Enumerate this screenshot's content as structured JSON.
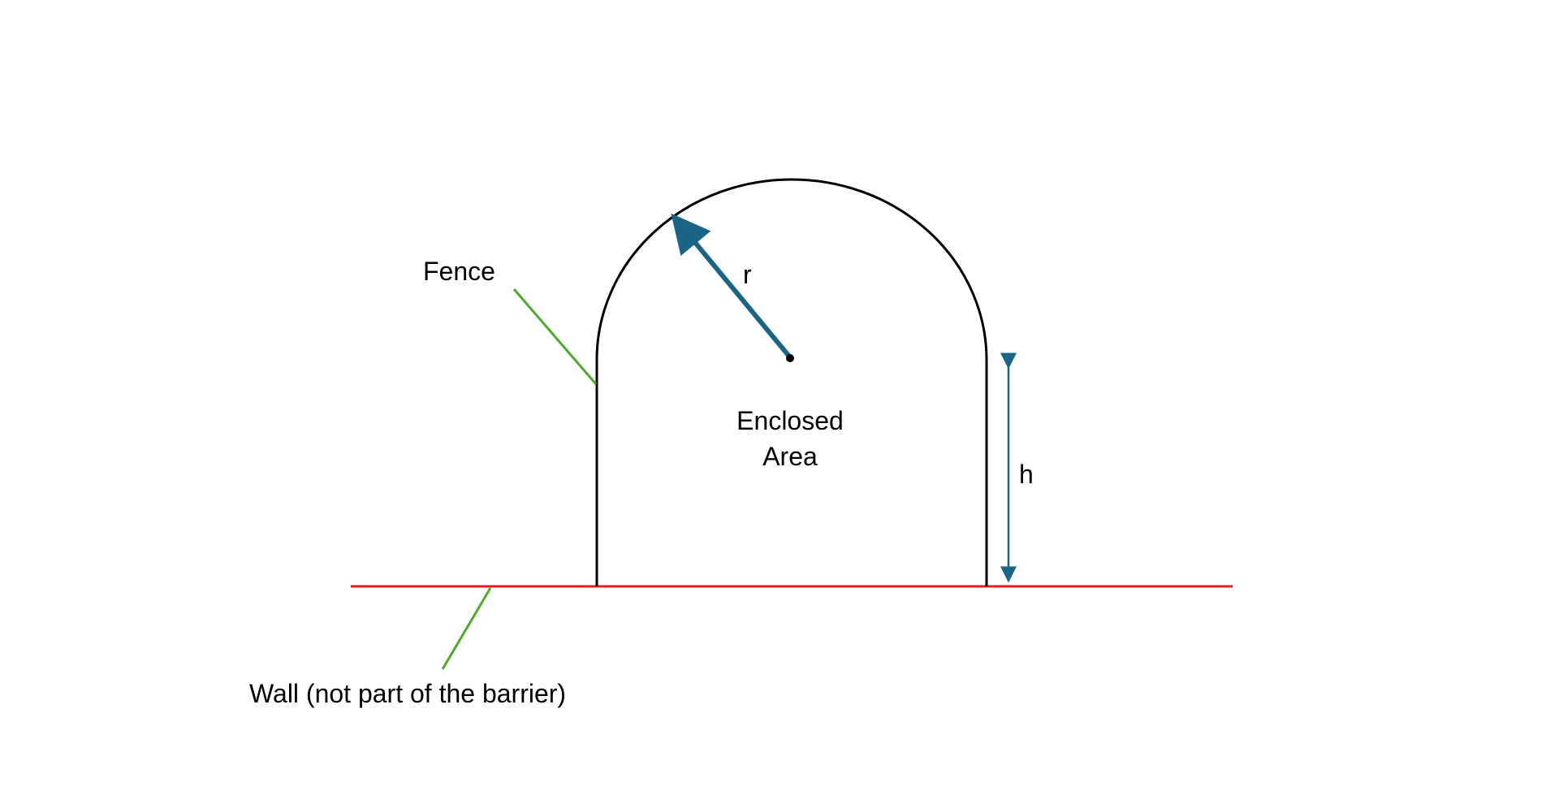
{
  "labels": {
    "fence": "Fence",
    "radius": "r",
    "height": "h",
    "enclosed_line1": "Enclosed",
    "enclosed_line2": "Area",
    "wall": "Wall (not part of the barrier)"
  },
  "colors": {
    "fence": "#000000",
    "wall": "#ee1b1b",
    "leader": "#4eaa2a",
    "dimension": "#1a6585",
    "text": "#000000",
    "background": "#ffffff"
  },
  "icons": {
    "radius_arrow": "arrow-up-left-icon",
    "height_arrow": "double-vertical-arrow-icon",
    "center_point": "dot-icon"
  }
}
